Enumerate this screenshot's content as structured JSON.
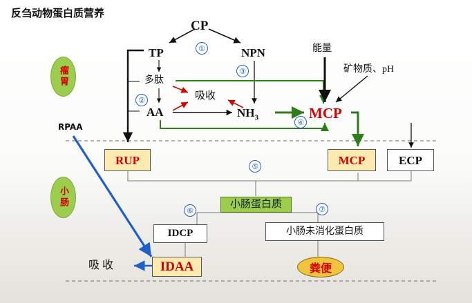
{
  "title": "反刍动物蛋白质营养",
  "sections": {
    "rumen": "瘤胃",
    "small_intestine": "小肠"
  },
  "nodes": {
    "cp": "CP",
    "tp": "TP",
    "npn": "NPN",
    "energy": "能量",
    "peptides": "多肽",
    "absorb_mid": "吸收",
    "minerals": "矿物质、pH",
    "aa": "AA",
    "nh3_base": "NH",
    "nh3_sub": "3",
    "mcp_rumen": "MCP",
    "rpaa": "RPAA",
    "rup": "RUP",
    "mcp_box": "MCP",
    "ecp": "ECP",
    "si_protein": "小肠蛋白质",
    "idcp": "IDCP",
    "undigested": "小肠未消化蛋白质",
    "absorb_bottom": "吸 收",
    "idaa": "IDAA",
    "feces": "粪便"
  },
  "markers": [
    "①",
    "②",
    "③",
    "④",
    "⑤",
    "⑥",
    "⑦"
  ],
  "colors": {
    "red": "#d40000",
    "blue": "#1f5fc9",
    "green": "#2e7d1a",
    "box_yellow": "#fdeab0",
    "box_green": "#9ccd4c"
  }
}
